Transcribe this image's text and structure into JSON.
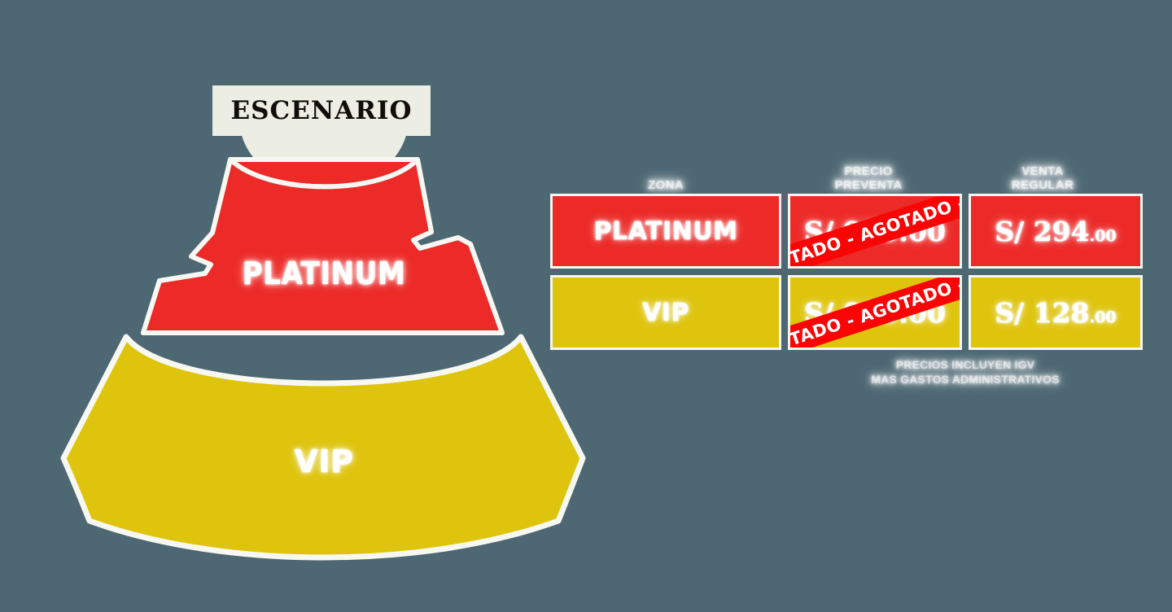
{
  "colors": {
    "background": "#4d6873",
    "platinum_red": "#ec2a28",
    "vip_gold": "#dec40c",
    "stage_cream": "#edeee3",
    "cell_border": "#f7f7f2",
    "soldout_red": "#f90505",
    "label_white": "#ffffff"
  },
  "venue_map": {
    "stage_label": "ESCENARIO",
    "sections": [
      {
        "name": "platinum",
        "label": "PLATINUM",
        "color": "#ec2a28"
      },
      {
        "name": "vip",
        "label": "VIP",
        "color": "#dec40c"
      }
    ]
  },
  "price_table": {
    "headers": {
      "zone": "ZONA",
      "middle_line1": "PRECIO",
      "middle_line2": "PREVENTA",
      "price_line1": "VENTA",
      "price_line2": "REGULAR"
    },
    "rows": [
      {
        "zone": "PLATINUM",
        "zone_style": "red",
        "preventa_price": "S/ 000.00",
        "preventa_soldout": true,
        "soldout_text": "DO - AGOTADO - AGOTADO - AGOTAD",
        "regular_price_whole": "S/ 294",
        "regular_price_cents": ".00"
      },
      {
        "zone": "VIP",
        "zone_style": "gold",
        "preventa_price": "S/ 000.00",
        "preventa_soldout": true,
        "soldout_text": "DO - AGOTADO - AGOTADO - AGOTAD",
        "regular_price_whole": "S/ 128",
        "regular_price_cents": ".00"
      }
    ],
    "note_line1": "PRECIOS INCLUYEN IGV",
    "note_line2": "MAS GASTOS ADMINISTRATIVOS"
  }
}
